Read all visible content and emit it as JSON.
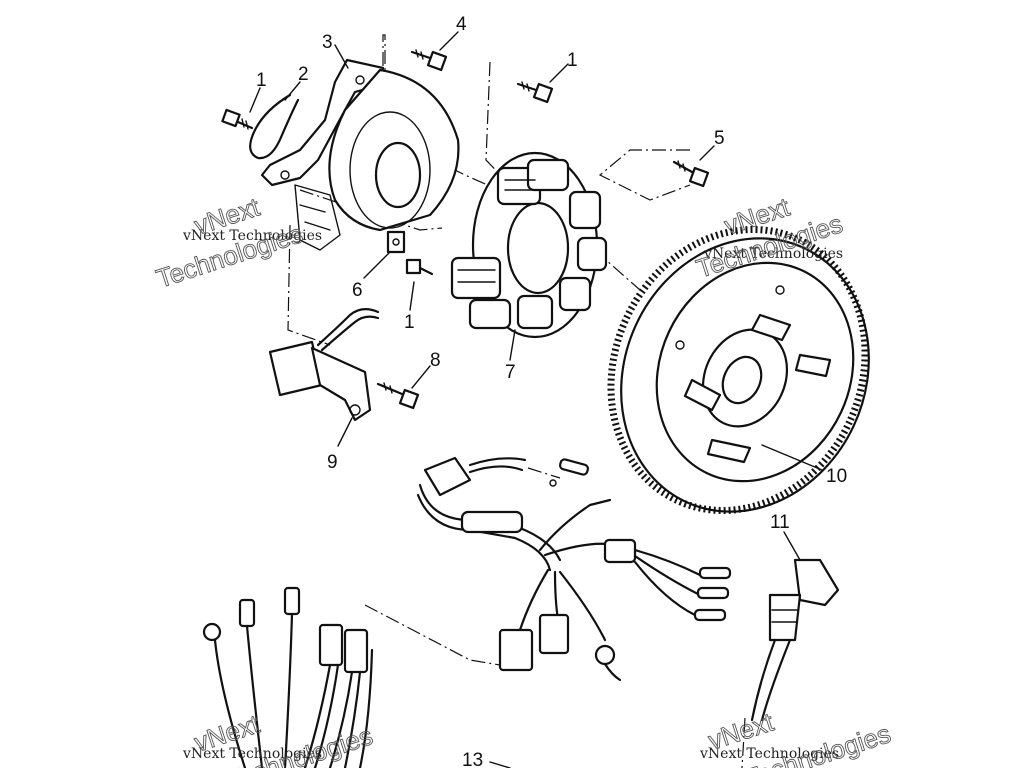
{
  "diagram": {
    "callouts": [
      {
        "id": "c1a",
        "text": "1"
      },
      {
        "id": "c2",
        "text": "2"
      },
      {
        "id": "c3",
        "text": "3"
      },
      {
        "id": "c4",
        "text": "4"
      },
      {
        "id": "c1b",
        "text": "1"
      },
      {
        "id": "c5",
        "text": "5"
      },
      {
        "id": "c6",
        "text": "6"
      },
      {
        "id": "c1c",
        "text": "1"
      },
      {
        "id": "c7",
        "text": "7"
      },
      {
        "id": "c8",
        "text": "8"
      },
      {
        "id": "c9",
        "text": "9"
      },
      {
        "id": "c10",
        "text": "10"
      },
      {
        "id": "c11",
        "text": "11"
      },
      {
        "id": "c13",
        "text": "13"
      }
    ],
    "watermarks": [
      {
        "id": "wm1",
        "small": "vNext Technologies",
        "big_top": "vNext",
        "big_bottom": "Technologies"
      },
      {
        "id": "wm2",
        "small": "vNext Technologies",
        "big_top": "vNext",
        "big_bottom": "Technologies"
      },
      {
        "id": "wm3",
        "small": "vNext Technologies",
        "big_top": "vNext",
        "big_bottom": "Technologies"
      },
      {
        "id": "wm4",
        "small": "vNext Technologies",
        "big_top": "vNext",
        "big_bottom": "Technologies"
      }
    ]
  }
}
